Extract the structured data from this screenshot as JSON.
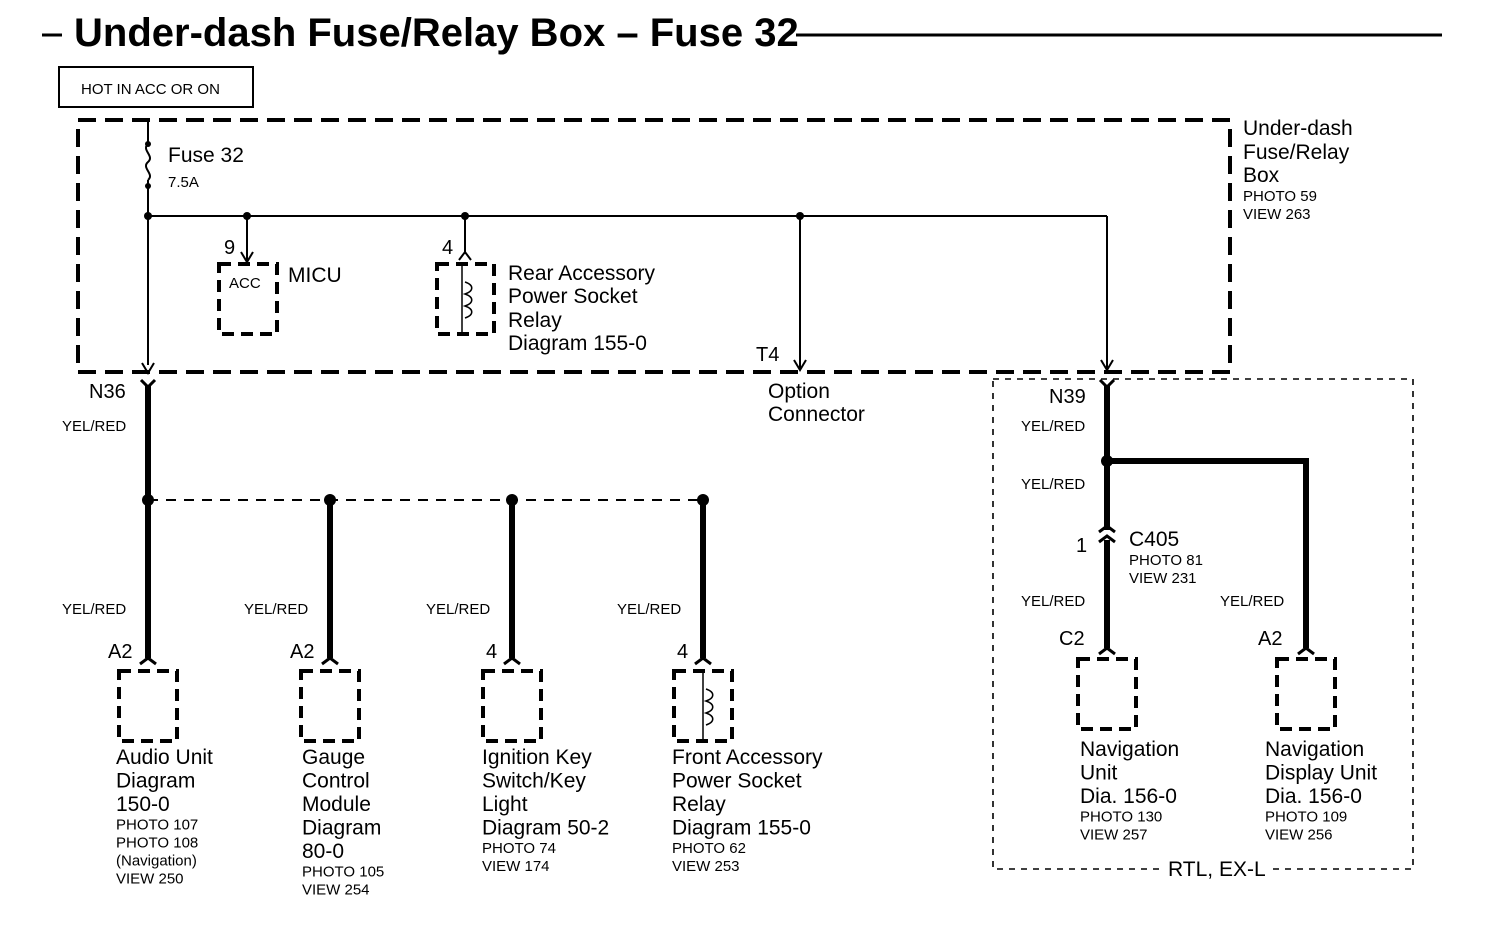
{
  "title": "Under-dash Fuse/Relay Box – Fuse 32",
  "hot_label": "HOT IN ACC OR ON",
  "fuse_box": {
    "name_lines": [
      "Under-dash",
      "Fuse/Relay",
      "Box"
    ],
    "photo": "PHOTO 59",
    "view": "VIEW 263"
  },
  "fuse": {
    "name": "Fuse 32",
    "rating": "7.5A"
  },
  "micu": {
    "pin": "9",
    "inner": "ACC",
    "name": "MICU"
  },
  "rear_relay": {
    "pin": "4",
    "lines": [
      "Rear Accessory",
      "Power Socket",
      "Relay",
      "Diagram 155-0"
    ]
  },
  "option_connector": {
    "terminal": "T4",
    "lines": [
      "Option",
      "Connector"
    ]
  },
  "n36": {
    "label": "N36",
    "wire": "YEL/RED"
  },
  "n39": {
    "label": "N39",
    "wire": "YEL/RED"
  },
  "c405": {
    "pin": "1",
    "name": "C405",
    "photo": "PHOTO 81",
    "view": "VIEW 231",
    "wire_above": "YEL/RED",
    "wire_below": "YEL/RED"
  },
  "options_label": "RTL, EX-L",
  "left_loads": [
    {
      "wire": "YEL/RED",
      "pin": "A2",
      "lines": [
        "Audio Unit",
        "Diagram",
        "150-0"
      ],
      "small": [
        "PHOTO 107",
        "PHOTO 108",
        "(Navigation)",
        "VIEW 250"
      ]
    },
    {
      "wire": "YEL/RED",
      "pin": "A2",
      "lines": [
        "Gauge",
        "Control",
        "Module",
        "Diagram",
        "80-0"
      ],
      "small": [
        "PHOTO 105",
        "VIEW 254"
      ]
    },
    {
      "wire": "YEL/RED",
      "pin": "4",
      "lines": [
        "Ignition Key",
        "Switch/Key",
        "Light",
        "Diagram 50-2"
      ],
      "small": [
        "PHOTO 74",
        "VIEW 174"
      ]
    },
    {
      "wire": "YEL/RED",
      "pin": "4",
      "lines": [
        "Front Accessory",
        "Power Socket",
        "Relay",
        "Diagram 155-0"
      ],
      "small": [
        "PHOTO 62",
        "VIEW 253"
      ]
    }
  ],
  "right_loads": [
    {
      "wire": "YEL/RED",
      "pin": "C2",
      "lines": [
        "Navigation",
        "Unit",
        "Dia. 156-0"
      ],
      "small": [
        "PHOTO 130",
        "VIEW 257"
      ]
    },
    {
      "wire": "YEL/RED",
      "pin": "A2",
      "lines": [
        "Navigation",
        "Display Unit",
        "Dia. 156-0"
      ],
      "small": [
        "PHOTO 109",
        "VIEW 256"
      ]
    }
  ]
}
